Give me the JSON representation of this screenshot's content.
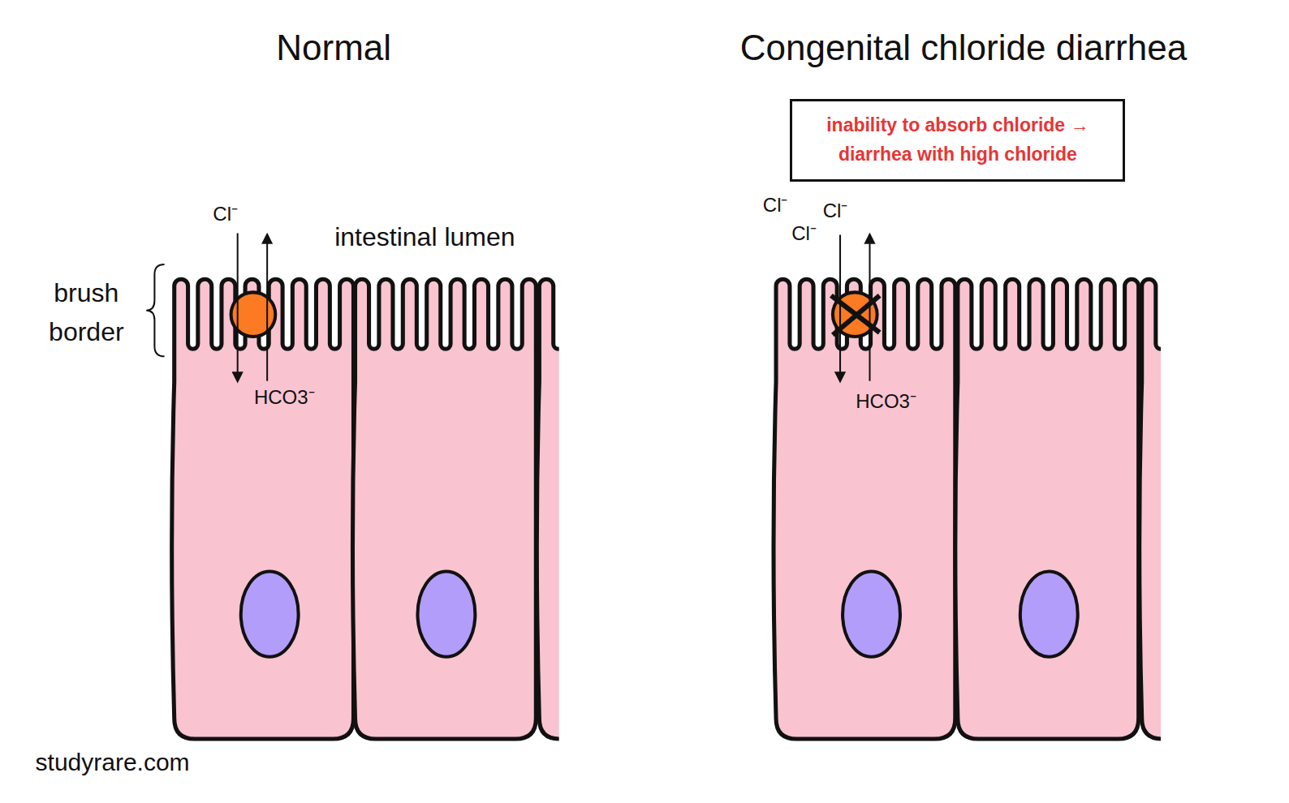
{
  "diagram": {
    "nodes": [
      {
        "text": [
          "inability to absorb chloride → diarrhea with high chloride"
        ]
      }
    ],
    "labels": [
      "Normal",
      "Congenital chloride diarrhea",
      "Cl⁻",
      "intestinal lumen",
      "brush border",
      "HCO3⁻",
      "studyrare.com",
      "Cl⁻",
      "Cl⁻",
      "Cl⁻",
      "HCO3⁻"
    ]
  }
}
